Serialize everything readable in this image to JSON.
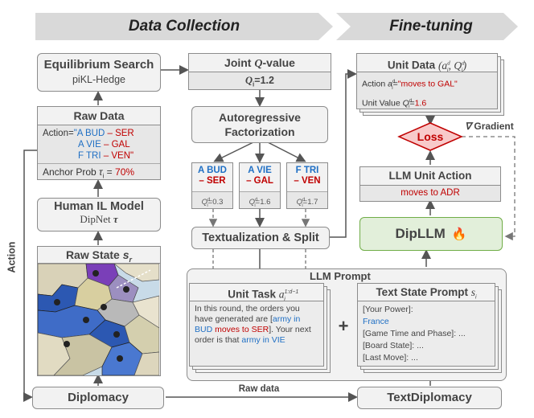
{
  "banners": {
    "data_collection": "Data Collection",
    "fine_tuning": "Fine-tuning"
  },
  "equilibrium": {
    "title": "Equilibrium Search",
    "sub": "piKL-Hedge"
  },
  "raw_data": {
    "title": "Raw Data",
    "action_label": "Action=",
    "actions": [
      {
        "prefix": "\"A BUD",
        "dash": "–",
        "target": "SER"
      },
      {
        "prefix": "A VIE",
        "dash": "–",
        "target": "GAL"
      },
      {
        "prefix": "F TRI",
        "dash": "–",
        "target": "VEN\""
      }
    ],
    "anchor_label": "Anchor Prob",
    "anchor_sym": "τ",
    "anchor_sub": "i",
    "anchor_eq": "=",
    "anchor_value": "70%"
  },
  "human_il": {
    "title": "Human IL Model",
    "sub": "DipNet",
    "sub_sym": "τ"
  },
  "raw_state": {
    "title": "Raw State",
    "sym": "s",
    "sub": "r"
  },
  "side_label": "Action",
  "diplomacy": "Diplomacy",
  "raw_data_label": "Raw data",
  "text_diplomacy": "TextDiplomacy",
  "joint_q": {
    "title_pre": "Joint",
    "title_sym": "Q",
    "title_post": "-value",
    "value_sym": "Q",
    "value_sub": "i",
    "value": "=1.2"
  },
  "autoregressive": {
    "line1": "Autoregressive",
    "line2": "Factorization"
  },
  "units": [
    {
      "l1": "A BUD",
      "l2": "– SER",
      "q": "Q",
      "q_sup": "d",
      "q_sub": "i",
      "q_val": "=0.3"
    },
    {
      "l1": "A VIE",
      "l2": "– GAL",
      "q": "Q",
      "q_sup": "d",
      "q_sub": "i",
      "q_val": "=1.6"
    },
    {
      "l1": "F TRI",
      "l2": "– VEN",
      "q": "Q",
      "q_sup": "d",
      "q_sub": "i",
      "q_val": "=1.7"
    }
  ],
  "textualization": "Textualization & Split",
  "unit_data": {
    "title": "Unit Data",
    "title_math": "(a",
    "title_math2": ", Q",
    "title_math3": ")",
    "sup": "d",
    "sub": "i",
    "action_label": "Action",
    "action_sym": "a",
    "action_eq": "=",
    "action_value": "\"moves to GAL\"",
    "value_label": "Unit Value",
    "value_sym": "Q",
    "value_eq": "=",
    "value_value": "1.6"
  },
  "loss": "Loss",
  "gradient_sym": "∇",
  "gradient": "Gradient",
  "llm_unit": {
    "title": "LLM Unit Action",
    "value": "moves to ADR"
  },
  "dipllm": {
    "title": "DipLLM",
    "icon": "🔥"
  },
  "llm_prompt": "LLM Prompt",
  "unit_task": {
    "title": "Unit Task",
    "title_sym": "a",
    "title_sup": "1:d−1",
    "title_sub": "i",
    "text1": "In this round, the orders you have generated are",
    "bracket_open": "[",
    "army": "army in BUD",
    "moves": "moves to SER",
    "bracket_close": "].",
    "text2": "Your next order is that",
    "text2_blue": "army in VIE"
  },
  "plus": "+",
  "text_state": {
    "title": "Text State Prompt",
    "title_sym": "s",
    "title_sub": "i",
    "lines": [
      {
        "text": "[Your Power]:",
        "color": "dark"
      },
      {
        "text": "France",
        "color": "blue"
      },
      {
        "text": "[Game Time and Phase]: ...",
        "color": "dark"
      },
      {
        "text": "[Board State]: ...",
        "color": "dark"
      },
      {
        "text": "[Last Move]: ...",
        "color": "dark"
      }
    ]
  },
  "colors": {
    "red": "#c00000",
    "blue": "#1f6fc4",
    "green_fill": "#e2efda",
    "green_border": "#70ad47",
    "loss_fill": "#f8caca"
  }
}
